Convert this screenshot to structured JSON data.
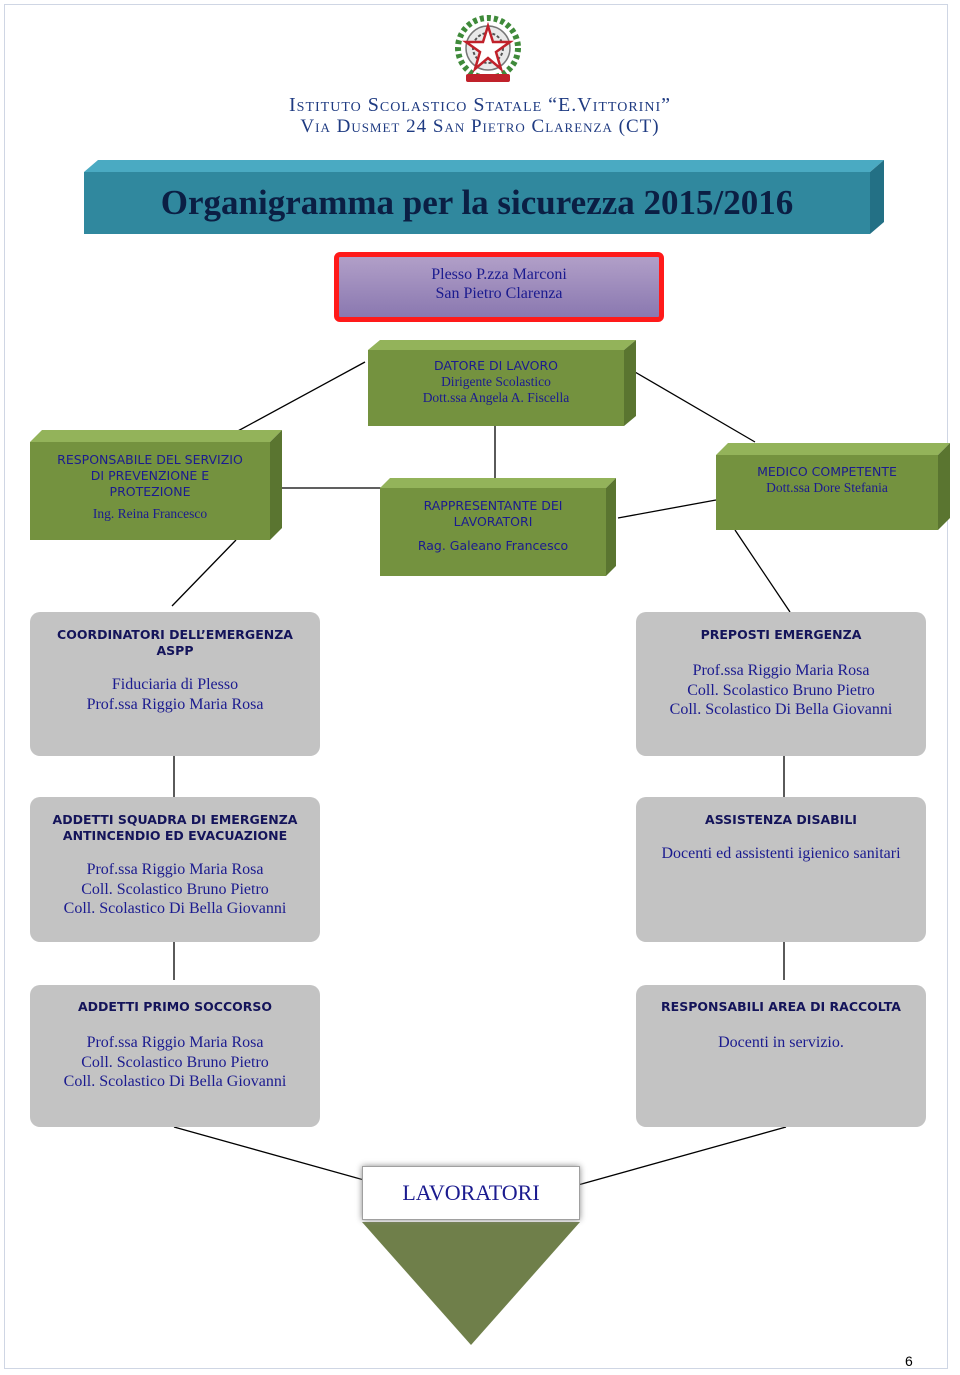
{
  "header": {
    "line1": "Istituto Scolastico Statale “E.Vittorini”",
    "line2": "Via Dusmet 24 San Pietro Clarenza (CT)"
  },
  "title": "Organigramma per la sicurezza 2015/2016",
  "plesso": {
    "line1": "Plesso  P.zza Marconi",
    "line2": "San Pietro Clarenza"
  },
  "datore": {
    "title": "DATORE DI LAVORO",
    "line2": "Dirigente Scolastico",
    "line3": "Dott.ssa Angela A. Fiscella"
  },
  "rspp": {
    "line1": "RESPONSABILE DEL SERVIZIO",
    "line2": "DI PREVENZIONE E",
    "line3": "PROTEZIONE",
    "name": "Ing. Reina Francesco"
  },
  "rls": {
    "line1": "RAPPRESENTANTE DEI",
    "line2": "LAVORATORI",
    "name": "Rag. Galeano Francesco"
  },
  "medico": {
    "title": "MEDICO COMPETENTE",
    "name": "Dott.ssa Dore Stefania"
  },
  "coordinatori": {
    "title": "COORDINATORI DELL’EMERGENZA",
    "sub": "ASPP",
    "line1": "Fiduciaria di Plesso",
    "line2": "Prof.ssa Riggio Maria Rosa"
  },
  "preposti": {
    "title": "PREPOSTI EMERGENZA",
    "names": [
      "Prof.ssa Riggio Maria Rosa",
      "Coll. Scolastico Bruno Pietro",
      "Coll. Scolastico Di Bella Giovanni"
    ]
  },
  "squadra": {
    "title1": "ADDETTI SQUADRA DI EMERGENZA",
    "title2": "ANTINCENDIO ED EVACUAZIONE",
    "names": [
      "Prof.ssa Riggio Maria Rosa",
      "Coll. Scolastico Bruno Pietro",
      "Coll. Scolastico Di Bella Giovanni"
    ]
  },
  "disabili": {
    "title": "ASSISTENZA DISABILI",
    "text": "Docenti ed assistenti igienico sanitari"
  },
  "soccorso": {
    "title": "ADDETTI PRIMO SOCCORSO",
    "names": [
      "Prof.ssa Riggio Maria Rosa",
      "Coll. Scolastico Bruno Pietro",
      "Coll. Scolastico Di Bella Giovanni"
    ]
  },
  "raccolta": {
    "title": "RESPONSABILI AREA DI RACCOLTA",
    "text": "Docenti in servizio."
  },
  "lavoratori": "LAVORATORI",
  "page_number": "6",
  "colors": {
    "title_bar": "#30889e",
    "green_box": "#74923f",
    "gray_box": "#c3c3c3",
    "plesso_border": "#ff1a1a",
    "text_blue": "#1b1b8f"
  }
}
